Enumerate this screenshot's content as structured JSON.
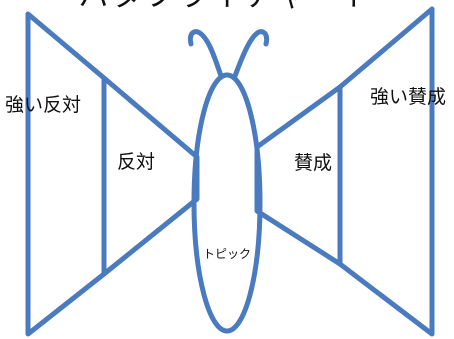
{
  "title": "バタフライチャート",
  "labels": {
    "strong_oppose": "強い反対",
    "oppose": "反対",
    "topic": "トピック",
    "support": "賛成",
    "strong_support": "強い賛成"
  },
  "colors": {
    "stroke": "#4a7bbf",
    "text": "#111111",
    "background": "#ffffff"
  }
}
